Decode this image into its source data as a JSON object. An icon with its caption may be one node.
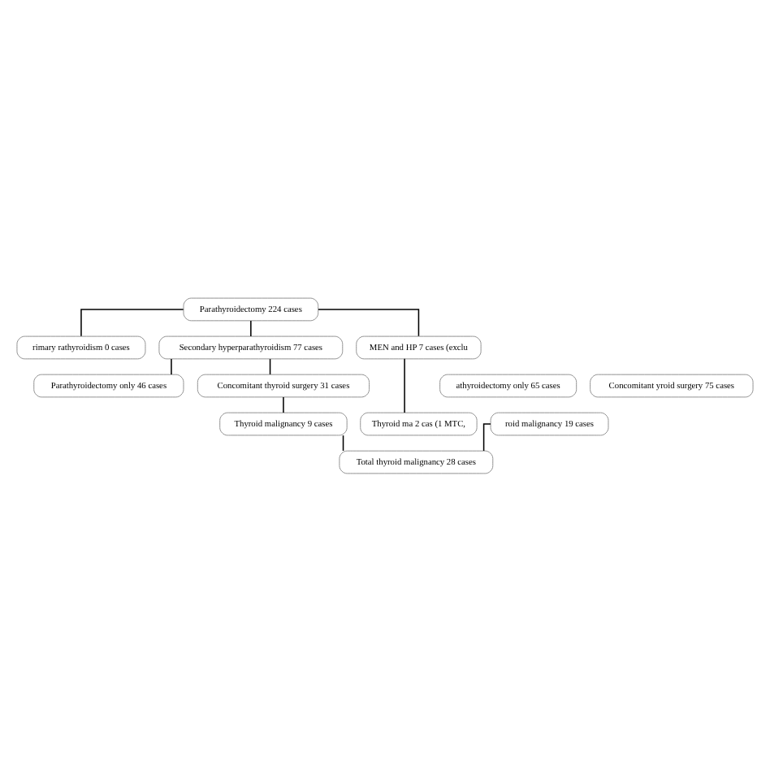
{
  "diagram": {
    "nodes": [
      {
        "text": [
          "Parathyroidectomy 224 cases"
        ]
      },
      {
        "text": [
          "rimary rathyroidism 0 cases"
        ]
      },
      {
        "text": [
          "Secondary hyperparathyroidism 77 cases"
        ]
      },
      {
        "text": [
          "MEN and HP 7 cases (exclu"
        ]
      },
      {
        "text": [
          "athyroidectomy only 65 cases"
        ]
      },
      {
        "text": [
          "Parathyroidectomy only 46 cases"
        ]
      },
      {
        "text": [
          "Concomitant yroid surgery 75 cases"
        ]
      },
      {
        "text": [
          "Concomitant thyroid surgery 31 cases"
        ]
      },
      {
        "text": [
          "roid malignancy 19 cases"
        ]
      },
      {
        "text": [
          "Thyroid malignancy 9 cases"
        ]
      },
      {
        "text": [
          "Thyroid ma 2 cas (1 MTC,"
        ]
      },
      {
        "text": [
          "Total thyroid malignancy 28 cases"
        ]
      }
    ],
    "edges": [
      {
        "from": 0,
        "to": 1,
        "arrow": "none"
      },
      {
        "from": 0,
        "to": 2,
        "arrow": "none"
      },
      {
        "from": 0,
        "to": 3,
        "arrow": "none"
      },
      {
        "from": 2,
        "to": 5,
        "arrow": "none"
      },
      {
        "from": 2,
        "to": 7,
        "arrow": "none"
      },
      {
        "from": 7,
        "to": 9,
        "arrow": "none"
      },
      {
        "from": 3,
        "to": 10,
        "arrow": "none"
      },
      {
        "from": 8,
        "to": 11,
        "arrow": "none"
      },
      {
        "from": 9,
        "to": 11,
        "arrow": "none"
      }
    ]
  }
}
